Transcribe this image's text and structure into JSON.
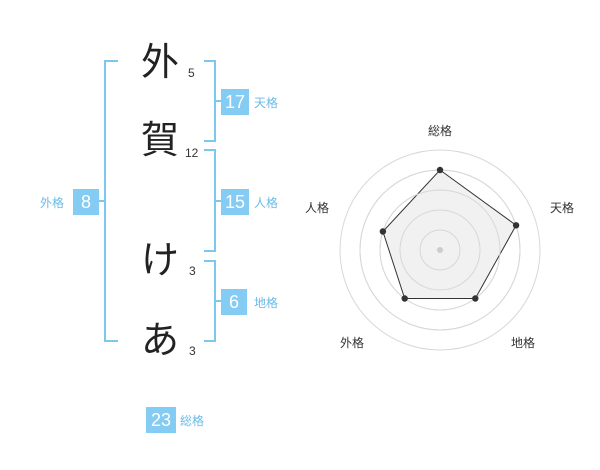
{
  "name_chars": [
    {
      "char": "外",
      "strokes": "5"
    },
    {
      "char": "賀",
      "strokes": "12"
    },
    {
      "char": "け",
      "strokes": "3"
    },
    {
      "char": "あ",
      "strokes": "3"
    }
  ],
  "scores": {
    "tenkaku": {
      "value": "17",
      "label": "天格"
    },
    "jinkaku": {
      "value": "15",
      "label": "人格"
    },
    "chikaku": {
      "value": "6",
      "label": "地格"
    },
    "gaikaku": {
      "value": "8",
      "label": "外格"
    },
    "soukaku": {
      "value": "23",
      "label": "総格"
    }
  },
  "radar": {
    "labels": [
      "総格",
      "天格",
      "地格",
      "外格",
      "人格"
    ],
    "values": [
      4,
      4,
      3,
      3,
      3
    ],
    "max": 5,
    "ring_color": "#d8d8d8",
    "fill_color": "#eeeeee",
    "line_color": "#333333"
  },
  "colors": {
    "accent": "#85ccf4",
    "bracket": "#7cc7f0",
    "label": "#6bbbe8"
  }
}
